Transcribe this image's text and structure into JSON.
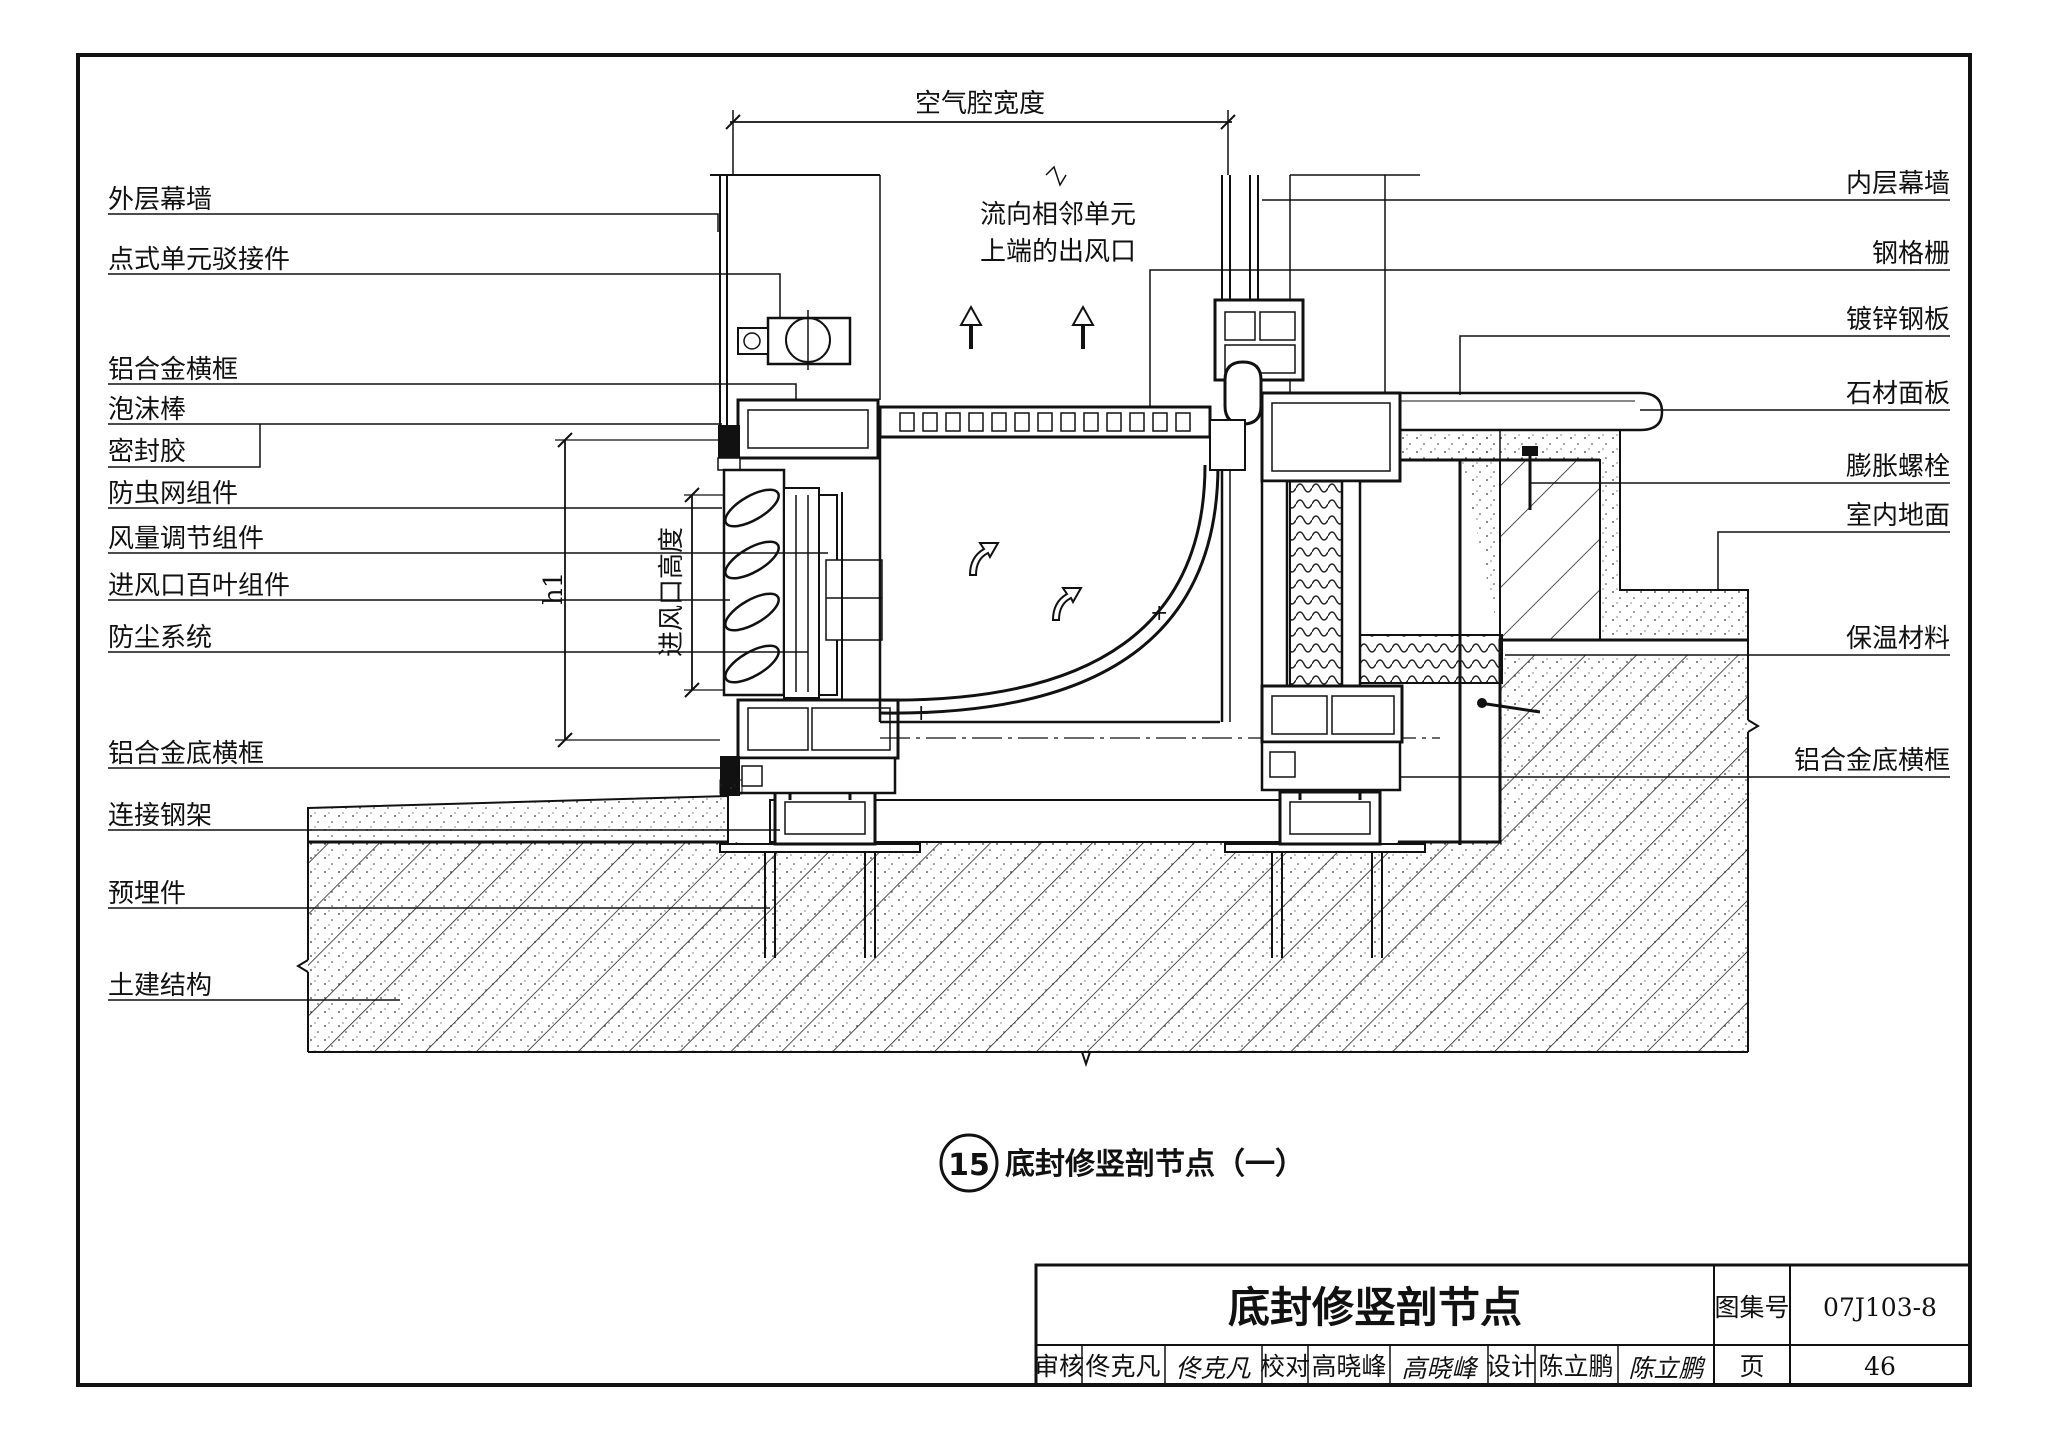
{
  "drawing": {
    "top_dimension_label": "空气腔宽度",
    "airflow_note_line1": "流向相邻单元",
    "airflow_note_line2": "上端的出风口",
    "h1_label": "h1",
    "inlet_height_label": "进风口高度"
  },
  "left_labels": [
    "外层幕墙",
    "点式单元驳接件",
    "铝合金横框",
    "泡沫棒",
    "密封胶",
    "防虫网组件",
    "风量调节组件",
    "进风口百叶组件",
    "防尘系统",
    "铝合金底横框",
    "连接钢架",
    "预埋件",
    "土建结构"
  ],
  "right_labels": [
    "内层幕墙",
    "钢格栅",
    "镀锌钢板",
    "石材面板",
    "膨胀螺栓",
    "室内地面",
    "保温材料",
    "铝合金底横框"
  ],
  "figure": {
    "number": "15",
    "title": "底封修竖剖节点（一）"
  },
  "title_block": {
    "title": "底封修竖剖节点",
    "atlas_label": "图集号",
    "atlas_number": "07J103-8",
    "review_label": "审核",
    "review_name": "佟克凡",
    "review_signature": "佟克凡",
    "check_label": "校对",
    "check_name": "高晓峰",
    "check_signature": "高晓峰",
    "design_label": "设计",
    "design_name": "陈立鹏",
    "design_signature": "陈立鹏",
    "page_label": "页",
    "page_number": "46"
  }
}
